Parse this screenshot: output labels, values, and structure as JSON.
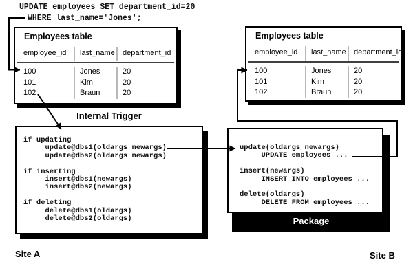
{
  "sql": {
    "line1": "UPDATE employees SET department_id=20",
    "line2": "WHERE last_name='Jones';"
  },
  "site_a": {
    "label": "Site A",
    "table": {
      "title": "Employees table",
      "columns": [
        "employee_id",
        "last_name",
        "department_id"
      ],
      "rows": [
        [
          "100",
          "Jones",
          "20"
        ],
        [
          "101",
          "Kim",
          "20"
        ],
        [
          "102",
          "Braun",
          "20"
        ]
      ]
    },
    "trigger": {
      "title": "Internal Trigger",
      "code": "if updating\n     update@dbs1(oldargs newargs)\n     update@dbs2(oldargs newargs)\n\nif inserting\n     insert@dbs1(newargs)\n     insert@dbs2(newargs)\n\nif deleting\n     delete@dbs1(oldargs)\n     delete@dbs2(oldargs)"
    }
  },
  "site_b": {
    "label": "Site B",
    "table": {
      "title": "Employees table",
      "columns": [
        "employee_id",
        "last_name",
        "department_id"
      ],
      "rows": [
        [
          "100",
          "Jones",
          "20"
        ],
        [
          "101",
          "Kim",
          "20"
        ],
        [
          "102",
          "Braun",
          "20"
        ]
      ]
    },
    "package": {
      "title": "Package",
      "code": "update(oldargs newargs)\n     UPDATE employees ...\n\ninsert(newargs)\n     INSERT INTO employees ...\n\ndelete(oldargs)\n     DELETE FROM employees ..."
    }
  },
  "colors": {
    "line": "#000000",
    "box_border": "#000000",
    "column_separator": "#b8b8b8",
    "package_bar_bg": "#000000",
    "package_bar_text": "#ffffff"
  }
}
